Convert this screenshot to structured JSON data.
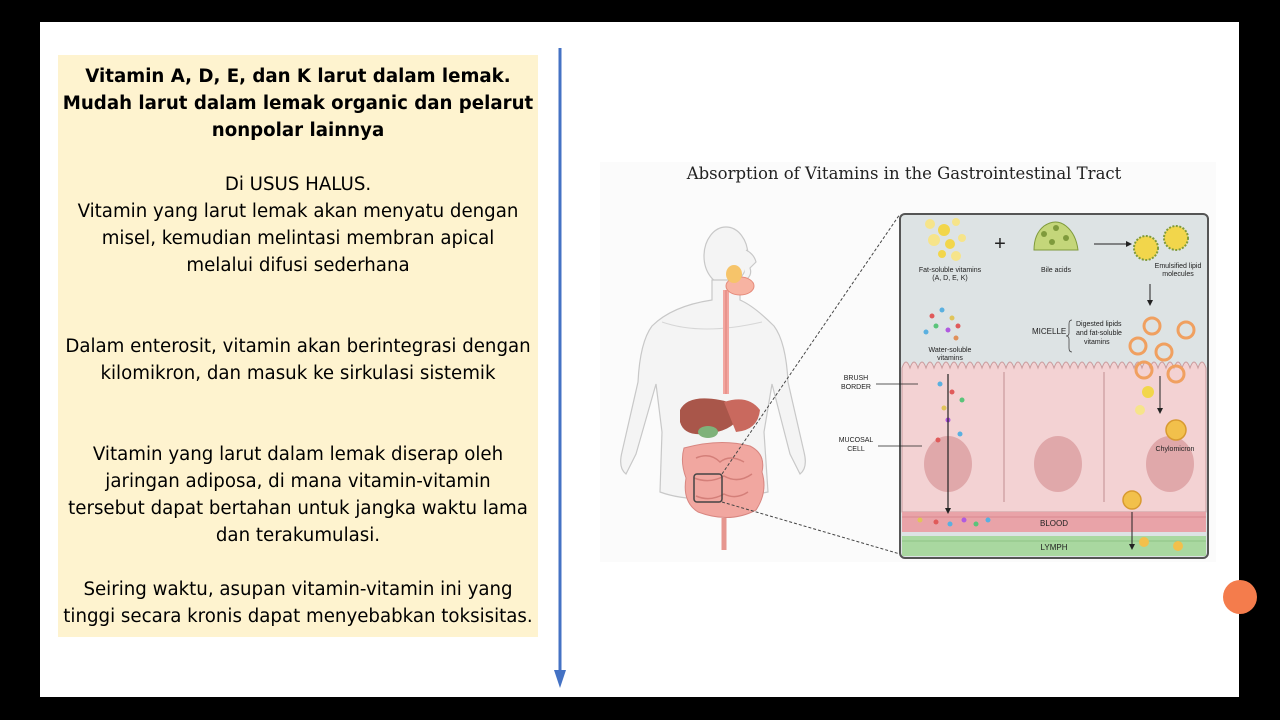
{
  "text_panel": {
    "heading_line1": "Vitamin A, D, E, dan K larut dalam lemak.",
    "heading_line2": "Mudah larut dalam lemak organic dan pelarut",
    "heading_line3": "nonpolar lainnya",
    "p1_line1": "Di USUS HALUS.",
    "p1_line2": "Vitamin yang larut lemak akan menyatu dengan",
    "p1_line3": "misel, kemudian melintasi membran apical",
    "p1_line4": "melalui difusi sederhana",
    "p2_line1": "Dalam enterosit, vitamin akan berintegrasi dengan",
    "p2_line2": "kilomikron, dan masuk ke sirkulasi sistemik",
    "p3_line1": "Vitamin yang larut dalam lemak diserap oleh",
    "p3_line2": "jaringan adiposa, di mana vitamin-vitamin",
    "p3_line3": "tersebut dapat bertahan untuk jangka waktu lama",
    "p3_line4": "dan terakumulasi.",
    "p4_line1": "Seiring waktu, asupan vitamin-vitamin ini yang",
    "p4_line2": "tinggi secara kronis dapat menyebabkan toksisitas."
  },
  "diagram": {
    "title": "Absorption of Vitamins in the Gastrointestinal Tract",
    "fat_soluble_line1": "Fat-soluble vitamins",
    "fat_soluble_line2": "(A, D, E, K)",
    "plus_sign": "+",
    "bile_acids": "Bile acids",
    "emulsified_line1": "Emulsified lipid",
    "emulsified_line2": "molecules",
    "micelle": "MICELLE",
    "digested_line1": "Digested lipids",
    "digested_line2": "and fat-soluble",
    "digested_line3": "vitamins",
    "water_soluble_line1": "Water-soluble",
    "water_soluble_line2": "vitamins",
    "brush_line1": "BRUSH",
    "brush_line2": "BORDER",
    "mucosal_line1": "MUCOSAL",
    "mucosal_line2": "CELL",
    "chylomicron": "Chylomicron",
    "blood": "BLOOD",
    "lymph": "LYMPH"
  },
  "colors": {
    "text_box_bg": "#fef3cf",
    "arrow_blue": "#4472c4",
    "blood_band": "#e9a3a8",
    "lymph_band": "#a9d8a0",
    "cell_pink": "#f3d2d3",
    "lumen_gray": "#dde3e4",
    "vitamin_yellow": "#f2d64b"
  }
}
